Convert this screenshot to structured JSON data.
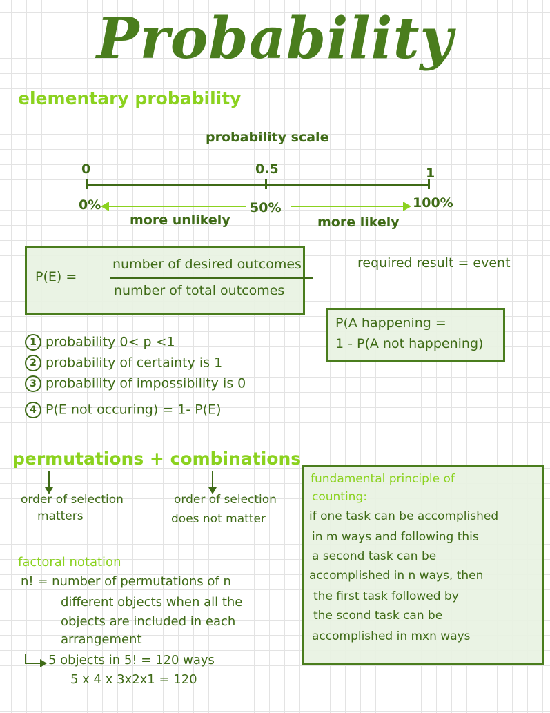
{
  "title": "Probability",
  "elementary": {
    "heading": "elementary probability",
    "scale": {
      "title": "probability scale",
      "tick_start": "0",
      "tick_mid": "0.5",
      "tick_end": "1",
      "pct_start": "0%",
      "pct_mid": "50%",
      "pct_end": "100%",
      "left_label": "more unlikely",
      "right_label": "more likely"
    },
    "formula": {
      "lhs": "P(E) =",
      "numerator": "number of desired outcomes",
      "denominator": "number of total outcomes"
    },
    "event_note": "required result = event",
    "complement": {
      "line1": "P(A happening =",
      "line2": "1 - P(A not happening)"
    },
    "rules": [
      {
        "num": "1",
        "text": "probability  0< p <1"
      },
      {
        "num": "2",
        "text": "probability of certainty is 1"
      },
      {
        "num": "3",
        "text": "probability of impossibility is 0"
      },
      {
        "num": "4",
        "text": "P(E not occuring) = 1- P(E)"
      }
    ]
  },
  "perm_comb": {
    "heading": "permutations + combinations",
    "perm_line1": "order of selection",
    "perm_line2": "matters",
    "comb_line1": "order of  selection",
    "comb_line2": "does not matter"
  },
  "factorial": {
    "heading": "factoral notation",
    "line1": "n! = number of permutations of n",
    "line2": "different objects when all the",
    "line3": "objects are included in each",
    "line4": "arrangement",
    "example1": "5 objects in  5! = 120 ways",
    "example2": "5 x 4 x 3x2x1 = 120"
  },
  "counting": {
    "heading_line1": "fundamental principle of",
    "heading_line2": "counting:",
    "lines": [
      "if one task can be accomplished",
      "in m ways and following this",
      "a second task can be",
      "accomplished in n ways, then",
      "the first task followed by",
      "the scond task can be",
      "accomplished in  mxn ways"
    ]
  }
}
